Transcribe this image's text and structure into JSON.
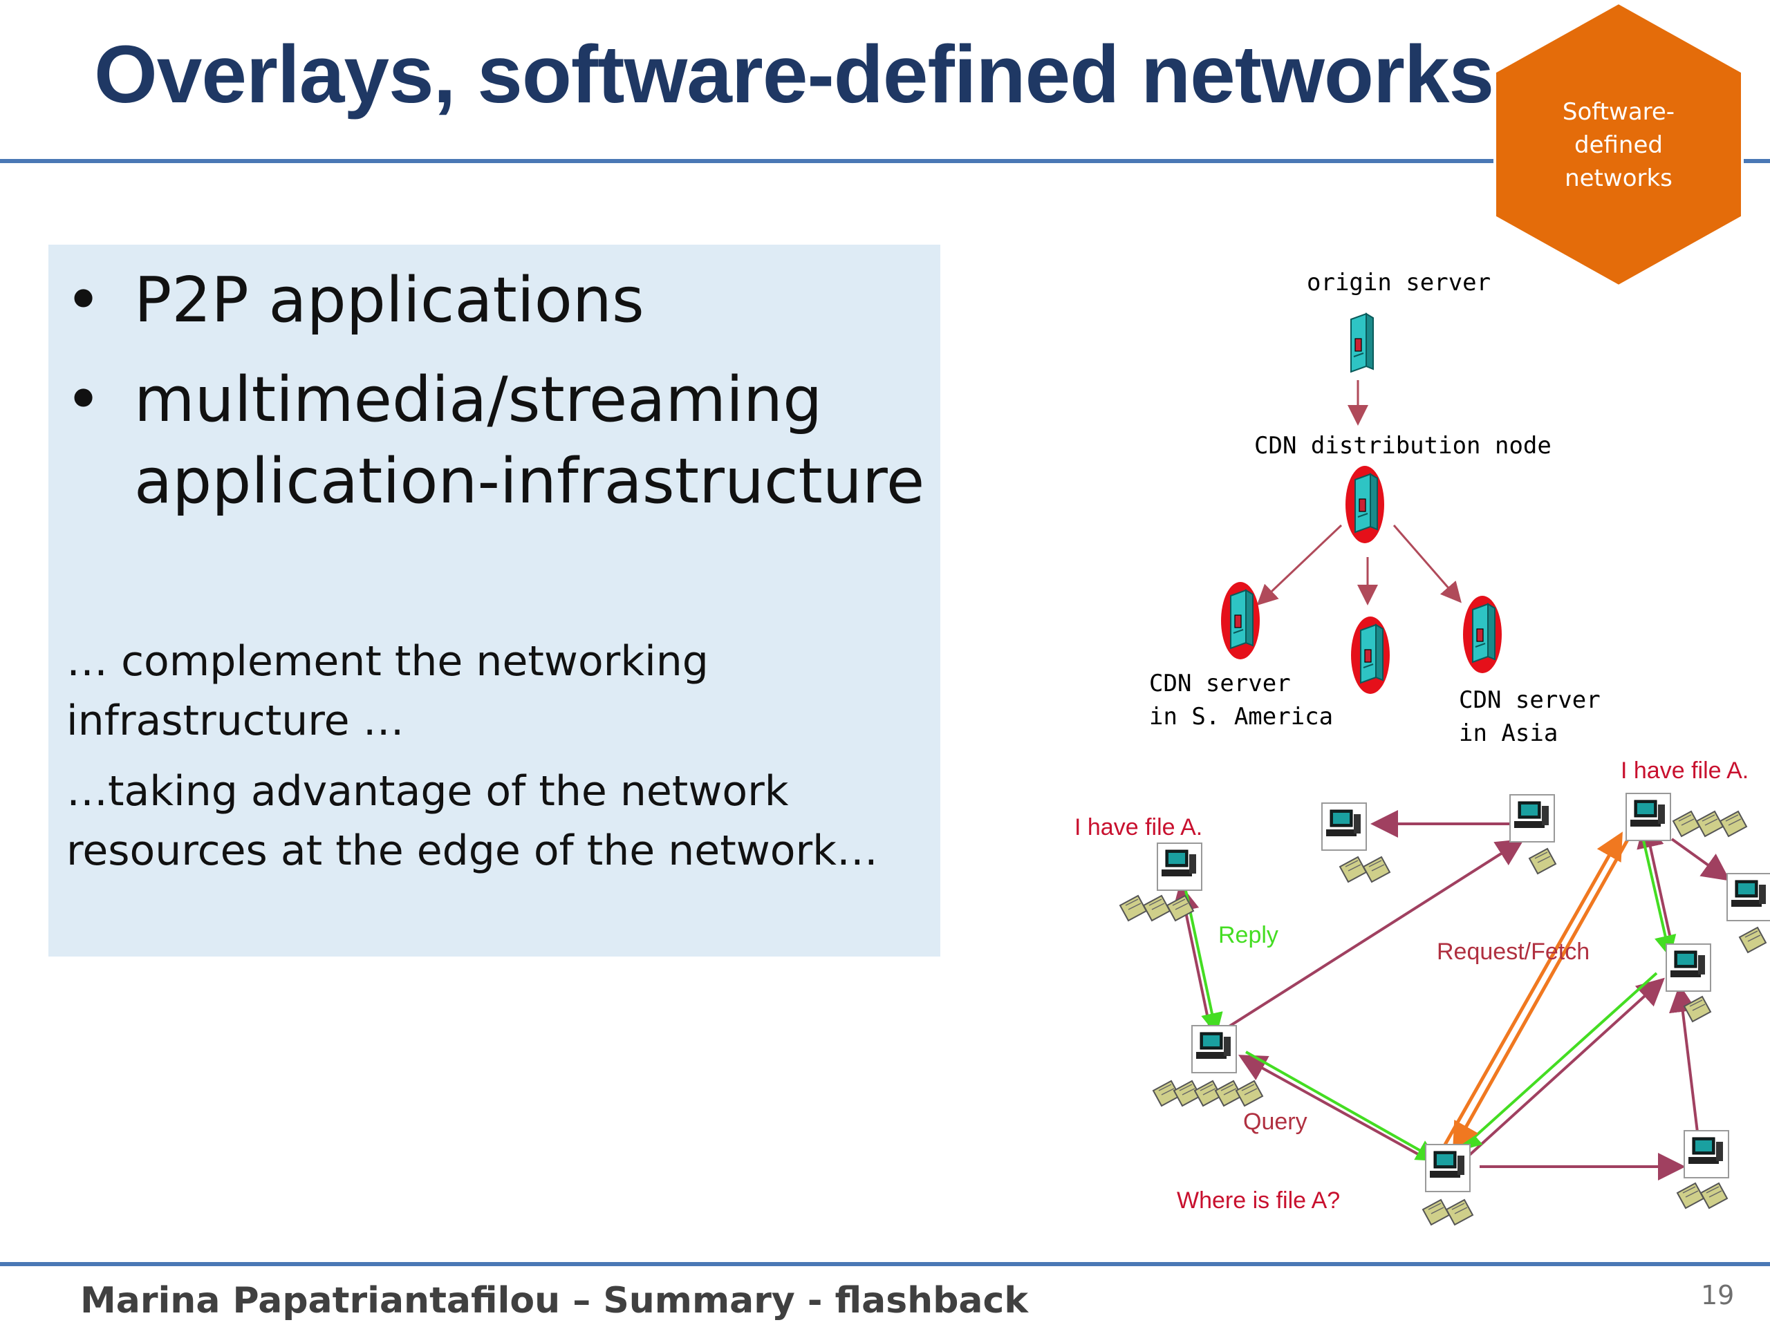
{
  "slide": {
    "title": "Overlays, software-defined networks",
    "badge": [
      "Software-",
      "defined",
      "networks"
    ],
    "bullets": [
      "P2P applications",
      "multimedia/streaming application-infrastructure"
    ],
    "para1": "… complement the networking infrastructure …",
    "para2": "…taking advantage of the network resources at the edge of the network…",
    "footer": "Marina Papatriantafilou –  Summary - flashback",
    "page_number": "19",
    "bullet_glyph": "•"
  },
  "cdn": {
    "origin": "origin server",
    "distribution": "CDN distribution node",
    "south_america": [
      "CDN server",
      "in S. America"
    ],
    "asia": [
      "CDN server",
      "in Asia"
    ]
  },
  "p2p": {
    "have_left": "I have file A.",
    "have_right": "I have file A.",
    "reply": "Reply",
    "request": "Request/Fetch",
    "query": "Query",
    "where": "Where is file A?"
  },
  "colors": {
    "title": "#1f3864",
    "rule": "#4a78b5",
    "badge": "#e46c0a",
    "box": "#deebf5",
    "query_arrow": "#a04060",
    "reply_arrow": "#44dd22",
    "fetch_arrow": "#f07820",
    "label_red": "#c8102e",
    "server_teal": "#2ec4c4",
    "server_red": "#e5101a"
  },
  "icons": [
    "server-icon",
    "computer-icon",
    "file-icon"
  ]
}
